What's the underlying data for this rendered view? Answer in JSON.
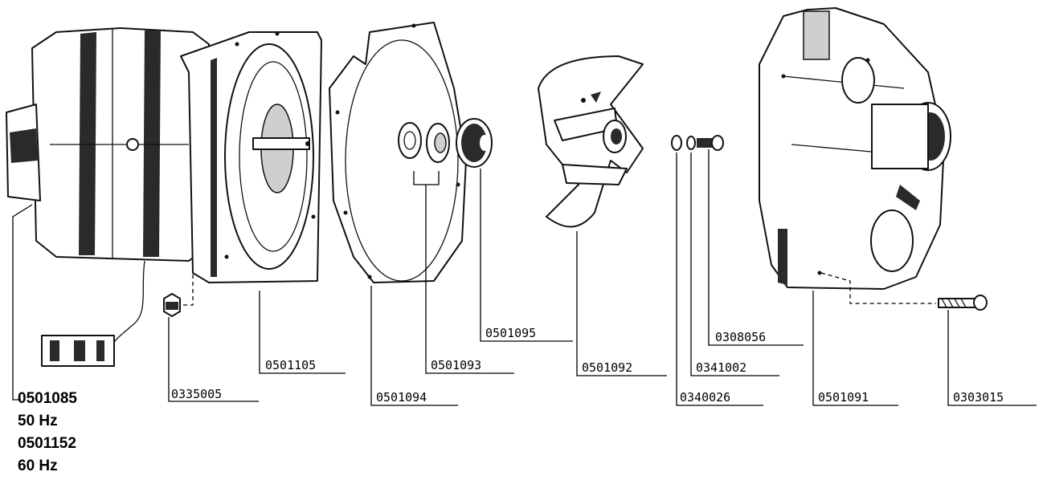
{
  "main_part": {
    "lines": [
      "0501085",
      "50 Hz",
      "0501152",
      "60 Hz"
    ]
  },
  "part_numbers": {
    "nut": "0335005",
    "flange": "0501105",
    "gasket": "0501094",
    "seal_set": "0501093",
    "bearing": "0501095",
    "impeller": "0501092",
    "washer": "0340026",
    "lock_washer": "0341002",
    "impeller_screw": "0308056",
    "pump_housing": "0501091",
    "housing_screw": "0303015"
  }
}
